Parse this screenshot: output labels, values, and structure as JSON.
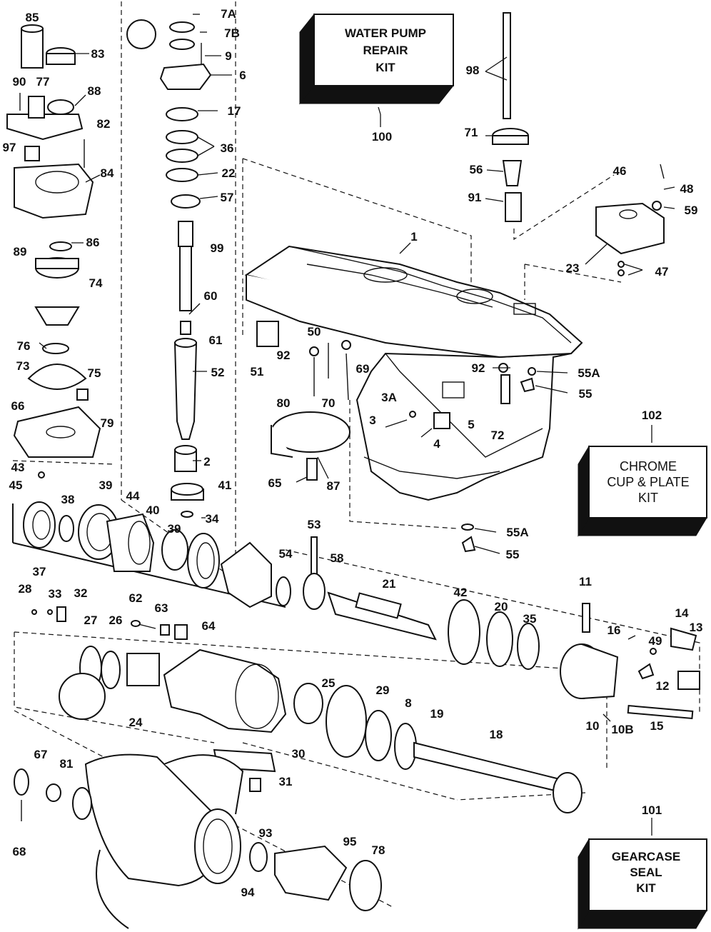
{
  "kits": {
    "water_pump": [
      "WATER PUMP",
      "REPAIR",
      "KIT"
    ],
    "chrome": [
      "CHROME",
      "CUP & PLATE",
      "KIT"
    ],
    "gearcase": [
      "GEARCASE",
      "SEAL",
      "KIT"
    ]
  },
  "callouts": {
    "p85": "85",
    "p83": "83",
    "p90": "90",
    "p77": "77",
    "p88": "88",
    "p82": "82",
    "p97": "97",
    "p84": "84",
    "p89": "89",
    "p86": "86",
    "p74": "74",
    "p76": "76",
    "p73": "73",
    "p75": "75",
    "p66": "66",
    "p79": "79",
    "p43": "43",
    "p45": "45",
    "p38": "38",
    "p39a": "39",
    "p44": "44",
    "p40": "40",
    "p39b": "39",
    "p37": "37",
    "p7A": "7A",
    "p7B": "7B",
    "p9": "9",
    "p6": "6",
    "p17": "17",
    "p36": "36",
    "p22": "22",
    "p57": "57",
    "p99": "99",
    "p60": "60",
    "p61": "61",
    "p52": "52",
    "p2": "2",
    "p41": "41",
    "p34": "34",
    "p100": "100",
    "p98": "98",
    "p71": "71",
    "p56": "56",
    "p91": "91",
    "p46": "46",
    "p48": "48",
    "p59": "59",
    "p1": "1",
    "p23": "23",
    "p47": "47",
    "p50": "50",
    "p92a": "92",
    "p51": "51",
    "p80": "80",
    "p70": "70",
    "p69": "69",
    "p92b": "92",
    "p55Aa": "55A",
    "p55a": "55",
    "p3A": "3A",
    "p3": "3",
    "p5": "5",
    "p4": "4",
    "p72": "72",
    "p65": "65",
    "p87": "87",
    "p102": "102",
    "p55Ab": "55A",
    "p55b": "55",
    "p53": "53",
    "p54": "54",
    "p58": "58",
    "p21": "21",
    "p42": "42",
    "p20": "20",
    "p35": "35",
    "p11": "11",
    "p14": "14",
    "p13": "13",
    "p16": "16",
    "p49": "49",
    "p12": "12",
    "p10": "10",
    "p10B": "10B",
    "p15": "15",
    "p28": "28",
    "p33": "33",
    "p32": "32",
    "p62": "62",
    "p63": "63",
    "p64": "64",
    "p27": "27",
    "p26": "26",
    "p25": "25",
    "p29": "29",
    "p8": "8",
    "p19": "19",
    "p24": "24",
    "p30": "30",
    "p18": "18",
    "p31": "31",
    "p67": "67",
    "p81": "81",
    "p68": "68",
    "p93": "93",
    "p95": "95",
    "p78": "78",
    "p94": "94",
    "p101": "101"
  }
}
